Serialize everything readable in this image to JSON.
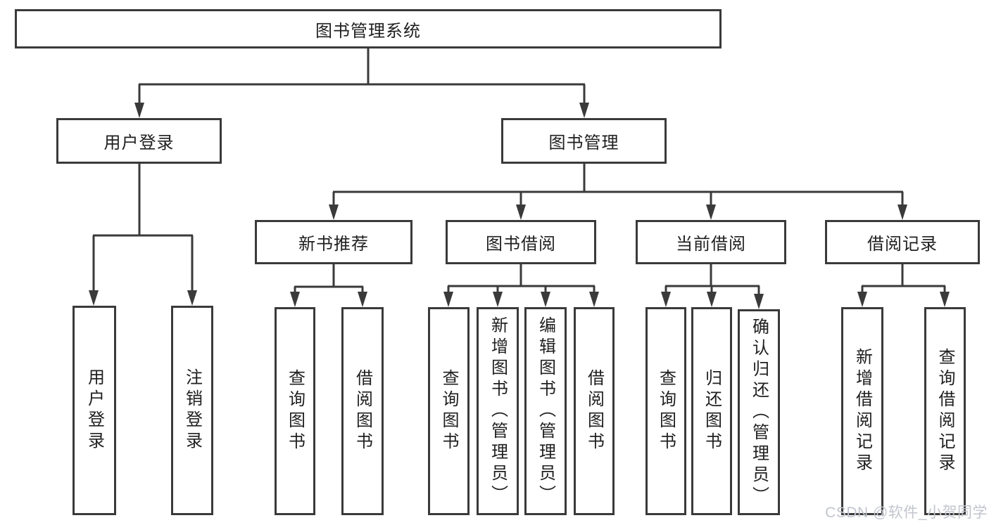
{
  "diagram": {
    "watermark": "CSDN @软件_小贺同学"
  },
  "nodes": {
    "root": {
      "label": "图书管理系统"
    },
    "user_login": {
      "label": "用户登录"
    },
    "book_management": {
      "label": "图书管理"
    },
    "new_book_recommend": {
      "label": "新书推荐"
    },
    "book_borrow": {
      "label": "图书借阅"
    },
    "current_borrow": {
      "label": "当前借阅"
    },
    "borrow_records": {
      "label": "借阅记录"
    },
    "leaf_user_login": {
      "label": "用户登录"
    },
    "leaf_logout": {
      "label": "注销登录"
    },
    "leaf_query_books_recommend": {
      "label": "查询图书"
    },
    "leaf_borrow_books_recommend": {
      "label": "借阅图书"
    },
    "leaf_query_books_borrow": {
      "label": "查询图书"
    },
    "leaf_add_book_admin": {
      "label": "新增图书（管理员）"
    },
    "leaf_edit_book_admin": {
      "label": "编辑图书（管理员）"
    },
    "leaf_borrow_books_borrow": {
      "label": "借阅图书"
    },
    "leaf_query_books_current": {
      "label": "查询图书"
    },
    "leaf_return_book": {
      "label": "归还图书"
    },
    "leaf_confirm_return_admin": {
      "label": "确认归还（管理员）"
    },
    "leaf_add_borrow_record": {
      "label": "新增借阅记录"
    },
    "leaf_query_borrow_record": {
      "label": "查询借阅记录"
    }
  },
  "colors": {
    "line": "#3a3a3a",
    "text": "#1f1f1f",
    "watermark": "#c2c5cd",
    "background": "#ffffff"
  }
}
